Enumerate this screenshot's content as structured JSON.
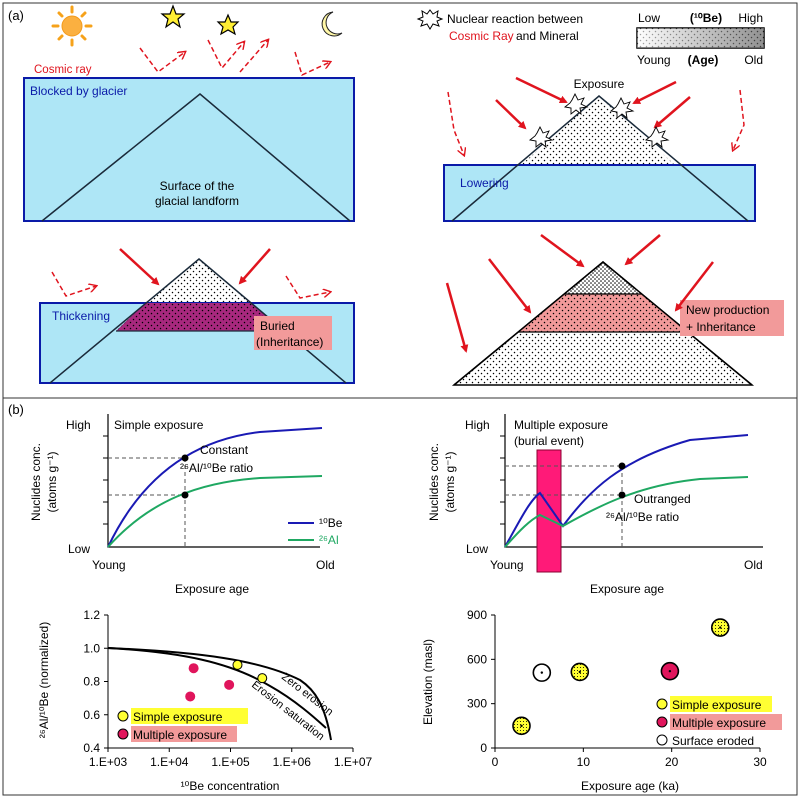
{
  "panel_a": {
    "label": "(a)",
    "cosmic_ray_label": "Cosmic ray",
    "blocked_label": "Blocked by glacier",
    "surface_label_1": "Surface of the",
    "surface_label_2": "glacial landform",
    "nuclear_label_1": "Nuclear reaction between",
    "nuclear_label_cosmic": "Cosmic Ray",
    "nuclear_label_2": "and Mineral",
    "legend_low": "Low",
    "legend_be": "(¹⁰Be)",
    "legend_high": "High",
    "legend_young": "Young",
    "legend_age": "(Age)",
    "legend_old": "Old",
    "exposure_label": "Exposure",
    "lowering_label": "Lowering",
    "thickening_label": "Thickening",
    "buried_label_1": "Buried",
    "buried_label_2": "(Inheritance)",
    "newprod_label_1": "New production",
    "newprod_label_2": "+ Inheritance"
  },
  "panel_b": {
    "label": "(b)",
    "simple": {
      "title": "Simple exposure",
      "y_high": "High",
      "y_low": "Low",
      "ylabel_1": "Nuclides conc.",
      "ylabel_2": "(atoms g⁻¹)",
      "x_young": "Young",
      "x_old": "Old",
      "xlabel": "Exposure age",
      "annot_1": "Constant",
      "annot_2": "²⁶Al/¹⁰Be ratio",
      "legend_be": "¹⁰Be",
      "legend_al": "²⁶Al"
    },
    "multiple": {
      "title_1": "Multiple exposure",
      "title_2": "(burial event)",
      "y_high": "High",
      "y_low": "Low",
      "ylabel_1": "Nuclides conc.",
      "ylabel_2": "(atoms g⁻¹)",
      "x_young": "Young",
      "x_old": "Old",
      "xlabel": "Exposure age",
      "annot_1": "Outranged",
      "annot_2": "²⁶Al/¹⁰Be ratio"
    }
  },
  "colors": {
    "ice": "#aee6f6",
    "ice_border": "#0a1aa8",
    "ray": "#e0141e",
    "be_line": "#1a1ab4",
    "al_line": "#1fa862",
    "burial_bar": "#ff1a78",
    "simple_fill": "#ffff33",
    "multiple_fill": "#e0155c",
    "buried_fill": "#a8287e",
    "newprod_fill": "#f29a9a"
  },
  "chart_data": [
    {
      "type": "scatter",
      "ylabel": "²⁶Al/¹⁰Be (normalized)",
      "xlabel": "¹⁰Be concentration",
      "x_scale": "log",
      "xlim": [
        1000,
        10000000
      ],
      "ylim": [
        0.4,
        1.2
      ],
      "x_ticks": [
        "1.E+03",
        "1.E+04",
        "1.E+05",
        "1.E+06",
        "1.E+07"
      ],
      "y_ticks": [
        "0.4",
        "0.6",
        "0.8",
        "1.0",
        "1.2"
      ],
      "curve_labels": [
        "Zero erosion",
        "Erosion saturation"
      ],
      "series": [
        {
          "name": "Simple exposure",
          "color": "#ffff33",
          "points": [
            [
              130000,
              0.9
            ],
            [
              330000,
              0.82
            ]
          ]
        },
        {
          "name": "Multiple exposure",
          "color": "#e0155c",
          "points": [
            [
              25000,
              0.88
            ],
            [
              95000,
              0.78
            ],
            [
              22000,
              0.71
            ]
          ]
        }
      ],
      "legend": [
        "Simple exposure",
        "Multiple exposure"
      ],
      "legend_position": "bottom-left"
    },
    {
      "type": "scatter",
      "ylabel": "Elevation (masl)",
      "xlabel": "Exposure age (ka)",
      "xlim": [
        0,
        30
      ],
      "ylim": [
        0,
        900
      ],
      "x_ticks": [
        "0",
        "10",
        "20",
        "30"
      ],
      "y_ticks": [
        "0",
        "300",
        "600",
        "900"
      ],
      "series": [
        {
          "name": "Simple exposure",
          "color": "#ffff33",
          "points": [
            [
              3,
              150
            ],
            [
              9.6,
              515
            ],
            [
              25.5,
              815
            ]
          ]
        },
        {
          "name": "Multiple exposure",
          "color": "#e0155c",
          "points": [
            [
              19.8,
              520
            ]
          ]
        },
        {
          "name": "Surface eroded",
          "color": "#ffffff",
          "points": [
            [
              5.3,
              510
            ]
          ]
        }
      ],
      "legend": [
        "Simple exposure",
        "Multiple exposure",
        "Surface eroded"
      ],
      "legend_position": "bottom-right"
    }
  ]
}
